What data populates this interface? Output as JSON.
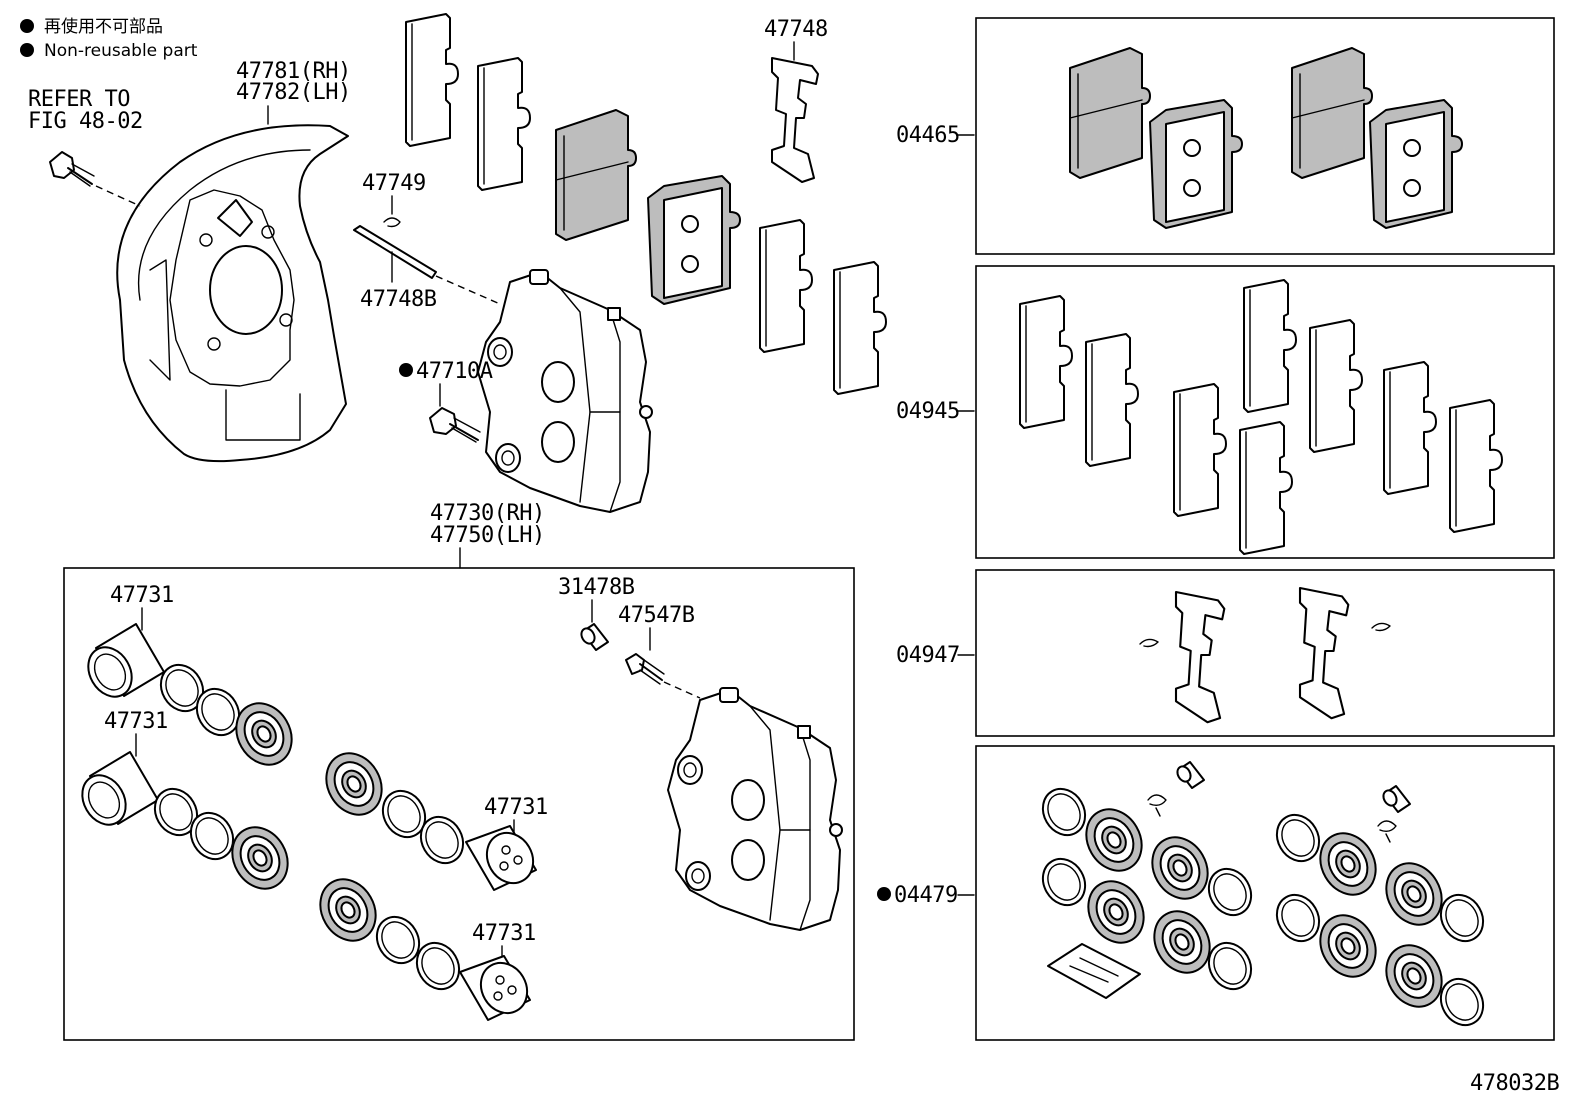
{
  "legend": {
    "jp_text": "再使用不可部品",
    "en_text": "Non-reusable part"
  },
  "labels": {
    "shield_rh": "47781(RH)",
    "shield_lh": "47782(LH)",
    "refer_line1": "REFER TO",
    "refer_line2": "FIG 48-02",
    "pin_47749": "47749",
    "pin_47748b": "47748B",
    "clip_47748": "47748",
    "bolt_47710a": "47710A",
    "caliper_rh": "47730(RH)",
    "caliper_lh": "47750(LH)",
    "piston_a": "47731",
    "piston_b": "47731",
    "piston_c": "47731",
    "piston_d": "47731",
    "cap_31478b": "31478B",
    "bleeder_47547b": "47547B",
    "kit_04465": "04465",
    "kit_04945": "04945",
    "kit_04947": "04947",
    "kit_04479": "04479",
    "figure_id": "478032B"
  }
}
